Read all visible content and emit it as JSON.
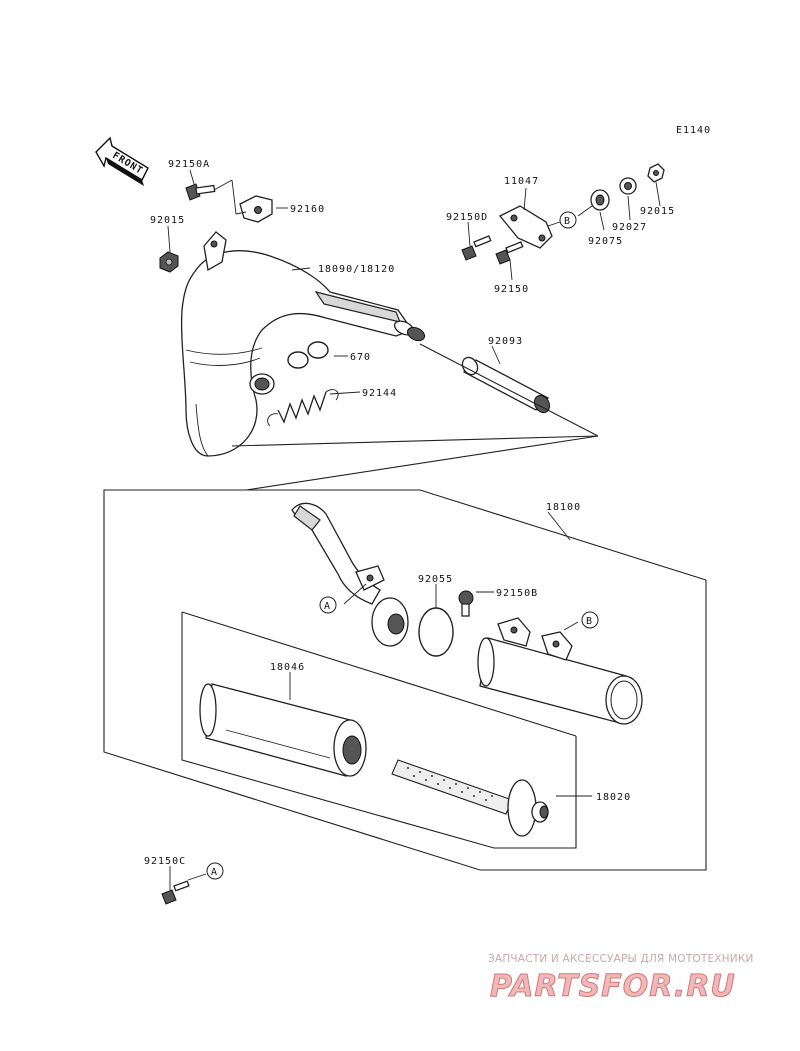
{
  "diagram": {
    "code": "E1140",
    "front_label": "FRONT",
    "callouts": {
      "c92150A": "92150A",
      "c92015_left": "92015",
      "c92160": "92160",
      "c18090": "18090/18120",
      "c670": "670",
      "c92144": "92144",
      "c11047": "11047",
      "c92150D": "92150D",
      "c92150": "92150",
      "c92015_right": "92015",
      "c92027": "92027",
      "c92075": "92075",
      "c92093": "92093",
      "c18100": "18100",
      "c92055": "92055",
      "c92150B": "92150B",
      "c18046": "18046",
      "c18020": "18020",
      "c92150C": "92150C"
    },
    "refs": {
      "A": "A",
      "B": "B"
    }
  },
  "watermark": {
    "tagline": "ЗАПЧАСТИ И АКСЕССУАРЫ ДЛЯ МОТОТЕХНИКИ",
    "brand": "PARTSFOR.RU"
  }
}
